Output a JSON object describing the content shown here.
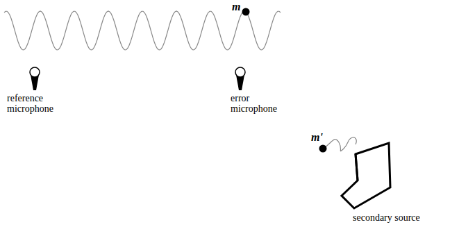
{
  "diagram": {
    "labels": [
      "m",
      "reference microphone",
      "error microphone",
      "m'",
      "secondary source"
    ]
  }
}
